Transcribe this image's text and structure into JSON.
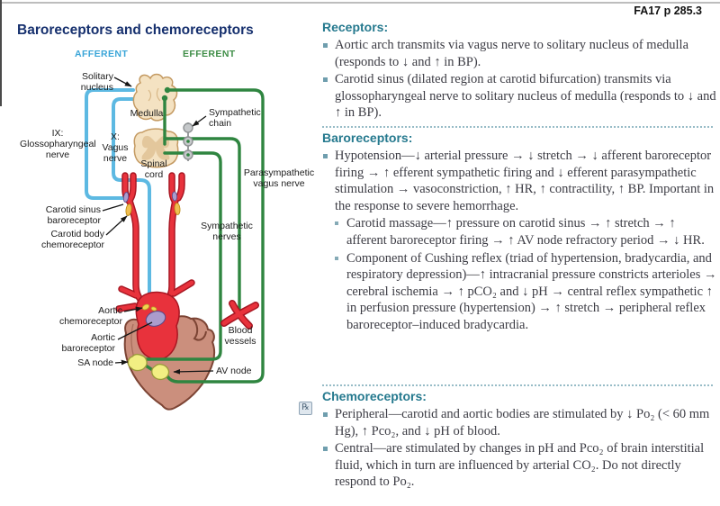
{
  "page": {
    "fa_ref": "FA17 p 285.3",
    "rx_symbol": "℞"
  },
  "diagram": {
    "title": "Baroreceptors and chemoreceptors",
    "afferent_label": "AFFERENT",
    "efferent_label": "EFFERENT",
    "labels": {
      "solitary_nucleus": "Solitary nucleus",
      "medulla": "Medulla",
      "ix_nerve": "IX:\nGlossopharyngeal\nnerve",
      "x_nerve": "X:\nVagus\nnerve",
      "spinal_cord": "Spinal\ncord",
      "sympathetic_chain": "Sympathetic\nchain",
      "parasympathetic": "Parasympathetic\nvagus nerve",
      "carotid_sinus": "Carotid sinus\nbaroreceptor",
      "carotid_body": "Carotid body\nchemoreceptor",
      "sympathetic_nerves": "Sympathetic\nnerves",
      "aortic_chemoreceptor": "Aortic\nchemoreceptor",
      "aortic_baroreceptor": "Aortic\nbaroreceptor",
      "sa_node": "SA node",
      "av_node": "AV node",
      "blood_vessels": "Blood\nvessels"
    },
    "colors": {
      "afferent_blue": "#5db9e2",
      "efferent_green": "#2f8540",
      "artery_red": "#e8323c",
      "heart_pink": "#cb8f7d",
      "node_yellow": "#f2ef83",
      "receptor_purple": "#ab9ccc",
      "cns_beige": "#f4e2c2"
    }
  },
  "right_panel": {
    "sections": [
      {
        "heading": "Receptors:",
        "bullets": [
          {
            "text": "Aortic arch transmits via vagus nerve to solitary nucleus of medulla (responds to ↓ and ↑ in BP)."
          },
          {
            "text": "Carotid sinus (dilated region at carotid bifurcation) transmits via glossopharyngeal nerve to solitary nucleus of medulla (responds to ↓ and ↑ in BP)."
          }
        ]
      },
      {
        "heading": "Baroreceptors:",
        "bullets": [
          {
            "text": "Hypotension—↓ arterial pressure → ↓ stretch → ↓ afferent baroreceptor firing → ↑ efferent sympathetic firing and ↓ efferent parasympathetic stimulation → vasoconstriction, ↑ HR, ↑ contractility, ↑ BP. Important in the response to severe hemorrhage."
          },
          {
            "text": "Carotid massage—↑ pressure on carotid sinus → ↑ stretch → ↑ afferent baroreceptor firing → ↑ AV node refractory period → ↓ HR."
          },
          {
            "text": "Component of Cushing reflex (triad of hypertension, bradycardia, and respiratory depression)—↑ intracranial pressure constricts arterioles → cerebral ischemia → ↑ pCO₂ and ↓ pH → central reflex sympathetic ↑ in perfusion pressure (hypertension) → ↑ stretch → peripheral reflex baroreceptor–induced bradycardia."
          }
        ]
      },
      {
        "heading": "Chemoreceptors:",
        "bullets": [
          {
            "text": "Peripheral—carotid and aortic bodies are stimulated by ↓ Po₂ (< 60 mm Hg), ↑ Pco₂, and ↓ pH of blood."
          },
          {
            "text": "Central—are stimulated by changes in pH and Pco₂ of brain interstitial fluid, which in turn are influenced by arterial CO₂. Do not directly respond to Po₂."
          }
        ]
      }
    ]
  }
}
